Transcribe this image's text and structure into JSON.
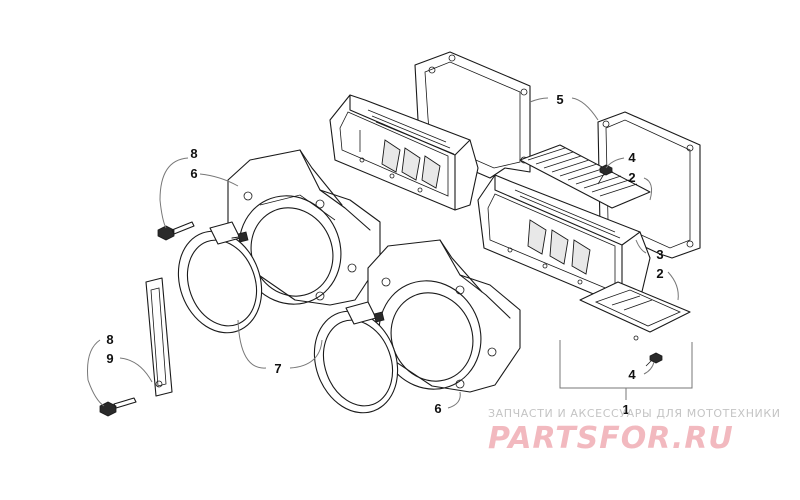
{
  "callouts": {
    "c1": "1",
    "c2a": "2",
    "c2b": "2",
    "c3": "3",
    "c4a": "4",
    "c4b": "4",
    "c5": "5",
    "c6a": "6",
    "c6b": "6",
    "c7": "7",
    "c8a": "8",
    "c8b": "8",
    "c9": "9"
  },
  "watermark": {
    "tagline": "ЗАПЧАСТИ И АКСЕССУАРЫ ДЛЯ МОТОТЕХНИКИ",
    "brand": "PARTSFOR.RU"
  },
  "colors": {
    "line": "#1a1a1a",
    "leader": "#777777",
    "watermark_text": "#c4c4c4",
    "watermark_brand": "#f2b9bf"
  }
}
